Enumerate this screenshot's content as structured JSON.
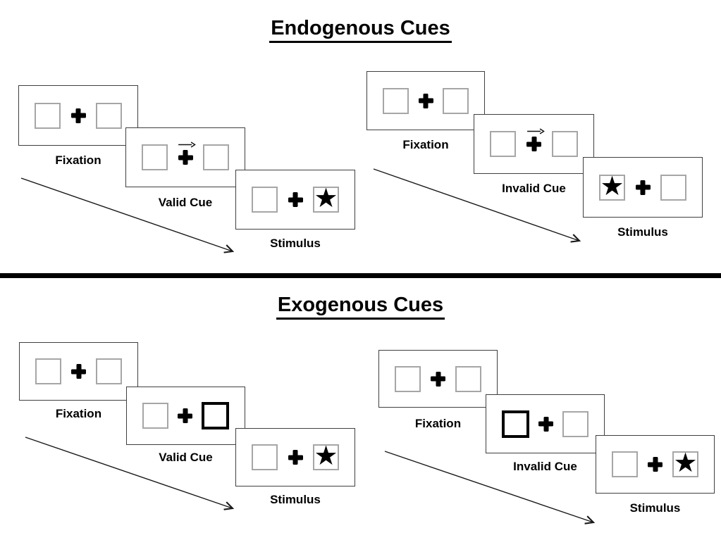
{
  "glyphs": {
    "star": "★",
    "plus": "+",
    "cue_arrow": "→"
  },
  "colors": {
    "background": "#ffffff",
    "panel_border": "#3f3f3f",
    "box_border": "#a6a6a6",
    "highlight_box_border": "#000000",
    "ink": "#000000"
  },
  "sections": [
    {
      "title": "Endogenous Cues",
      "sequences": [
        {
          "name": "valid",
          "panels": [
            {
              "label": "Fixation",
              "left_box": "plain",
              "right_box": "plain",
              "cue_arrow": false
            },
            {
              "label": "Valid Cue",
              "left_box": "plain",
              "right_box": "plain",
              "cue_arrow": true
            },
            {
              "label": "Stimulus",
              "left_box": "plain",
              "right_box": "star",
              "cue_arrow": false
            }
          ]
        },
        {
          "name": "invalid",
          "panels": [
            {
              "label": "Fixation",
              "left_box": "plain",
              "right_box": "plain",
              "cue_arrow": false
            },
            {
              "label": "Invalid Cue",
              "left_box": "plain",
              "right_box": "plain",
              "cue_arrow": true
            },
            {
              "label": "Stimulus",
              "left_box": "star",
              "right_box": "plain",
              "cue_arrow": false
            }
          ]
        }
      ]
    },
    {
      "title": "Exogenous Cues",
      "sequences": [
        {
          "name": "valid",
          "panels": [
            {
              "label": "Fixation",
              "left_box": "plain",
              "right_box": "plain",
              "cue_arrow": false
            },
            {
              "label": "Valid Cue",
              "left_box": "plain",
              "right_box": "bold",
              "cue_arrow": false
            },
            {
              "label": "Stimulus",
              "left_box": "plain",
              "right_box": "star",
              "cue_arrow": false
            }
          ]
        },
        {
          "name": "invalid",
          "panels": [
            {
              "label": "Fixation",
              "left_box": "plain",
              "right_box": "plain",
              "cue_arrow": false
            },
            {
              "label": "Invalid Cue",
              "left_box": "bold",
              "right_box": "plain",
              "cue_arrow": false
            },
            {
              "label": "Stimulus",
              "left_box": "plain",
              "right_box": "star",
              "cue_arrow": false
            }
          ]
        }
      ]
    }
  ]
}
